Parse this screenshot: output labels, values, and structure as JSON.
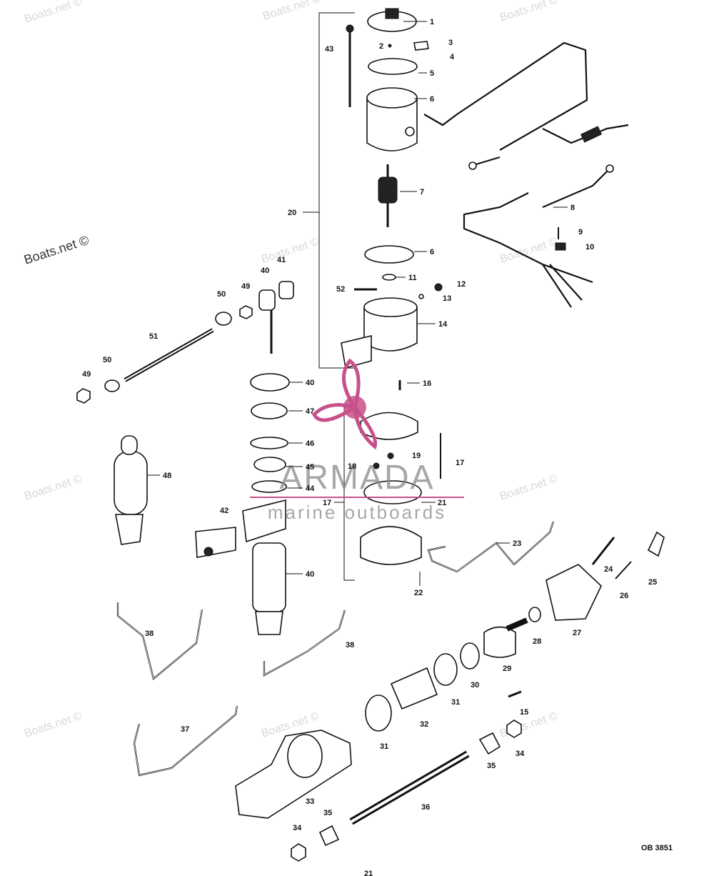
{
  "watermarks": [
    "Boats.net ©",
    "Boats.net ©",
    "Boats.net ©",
    "Boats.net ©",
    "Boats.net ©",
    "Boats.net ©",
    "Boats.net ©",
    "Boats.net ©",
    "Boats.net ©",
    "Boats.net ©",
    "Boats.net ©"
  ],
  "brand": {
    "name": "ARMADA",
    "tagline": "marine outboards",
    "color": "#c8508a"
  },
  "diagram_code": "OB 3851",
  "page_number": "21",
  "callouts": [
    "1",
    "2",
    "3",
    "4",
    "5",
    "6",
    "7",
    "8",
    "9",
    "10",
    "11",
    "12",
    "13",
    "14",
    "20",
    "43",
    "6",
    "52",
    "16",
    "19",
    "17",
    "18",
    "17",
    "21",
    "22",
    "23",
    "24",
    "26",
    "25",
    "27",
    "28",
    "29",
    "30",
    "31",
    "32",
    "31",
    "33",
    "34",
    "35",
    "36",
    "15",
    "34",
    "35",
    "37",
    "38",
    "38",
    "40",
    "42",
    "44",
    "45",
    "46",
    "47",
    "48",
    "40",
    "49",
    "50",
    "51",
    "50",
    "49",
    "40",
    "41"
  ]
}
